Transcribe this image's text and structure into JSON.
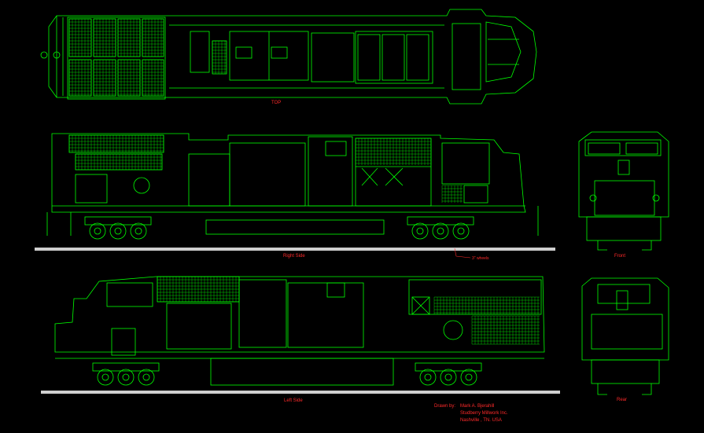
{
  "labels": {
    "top": "TOP",
    "right_side": "Right Side",
    "left_side": "Left Side",
    "front": "Front",
    "rear": "Rear",
    "wheel_note": "3\" wheels"
  },
  "credits": {
    "by_label": "Drawn by:",
    "author": "Mark A. Bjerahill",
    "company": "Studberry Millwork Inc.",
    "location": "Nashville , TN. USA"
  },
  "colors": {
    "background": "#000000",
    "line": "#00ff00",
    "annotation": "#ff2a2a",
    "rail": "#cfcfcf"
  }
}
